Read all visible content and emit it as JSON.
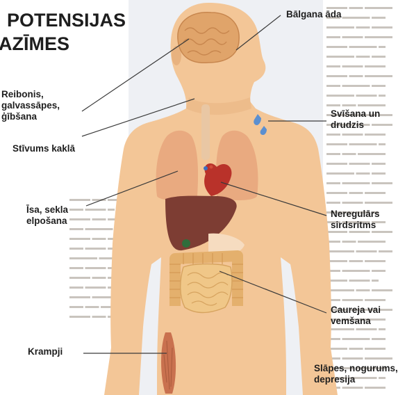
{
  "title": {
    "line1": "POTENSIJAS",
    "line2": "AZĪMES"
  },
  "labels": {
    "pale_skin": "Bālgana āda",
    "dizziness": "Reibonis,\ngalvassāpes,\nģībšana",
    "stiff_neck": "Stīvums kaklā",
    "sweating": "Svīšana un\ndrudzis",
    "breathing": "Īsa, sekla\nelpošana",
    "heartbeat": "Neregulārs\nsirdsritms",
    "diarrhea": "Caureja vai\nvemšana",
    "cramps": "Krampji",
    "thirst": "Slāpes, nogurums,\ndepresija"
  },
  "colors": {
    "skin": "#f3c697",
    "skin_shade": "#e8b27f",
    "panel": "#eef0f4",
    "brain": "#e0a46a",
    "lungs": "#e9aa80",
    "liver": "#7d3d33",
    "heart": "#b9322a",
    "intestine": "#f0c788",
    "muscle": "#c9714f",
    "line": "#3a3a3a",
    "drop": "#5b8fd0"
  }
}
